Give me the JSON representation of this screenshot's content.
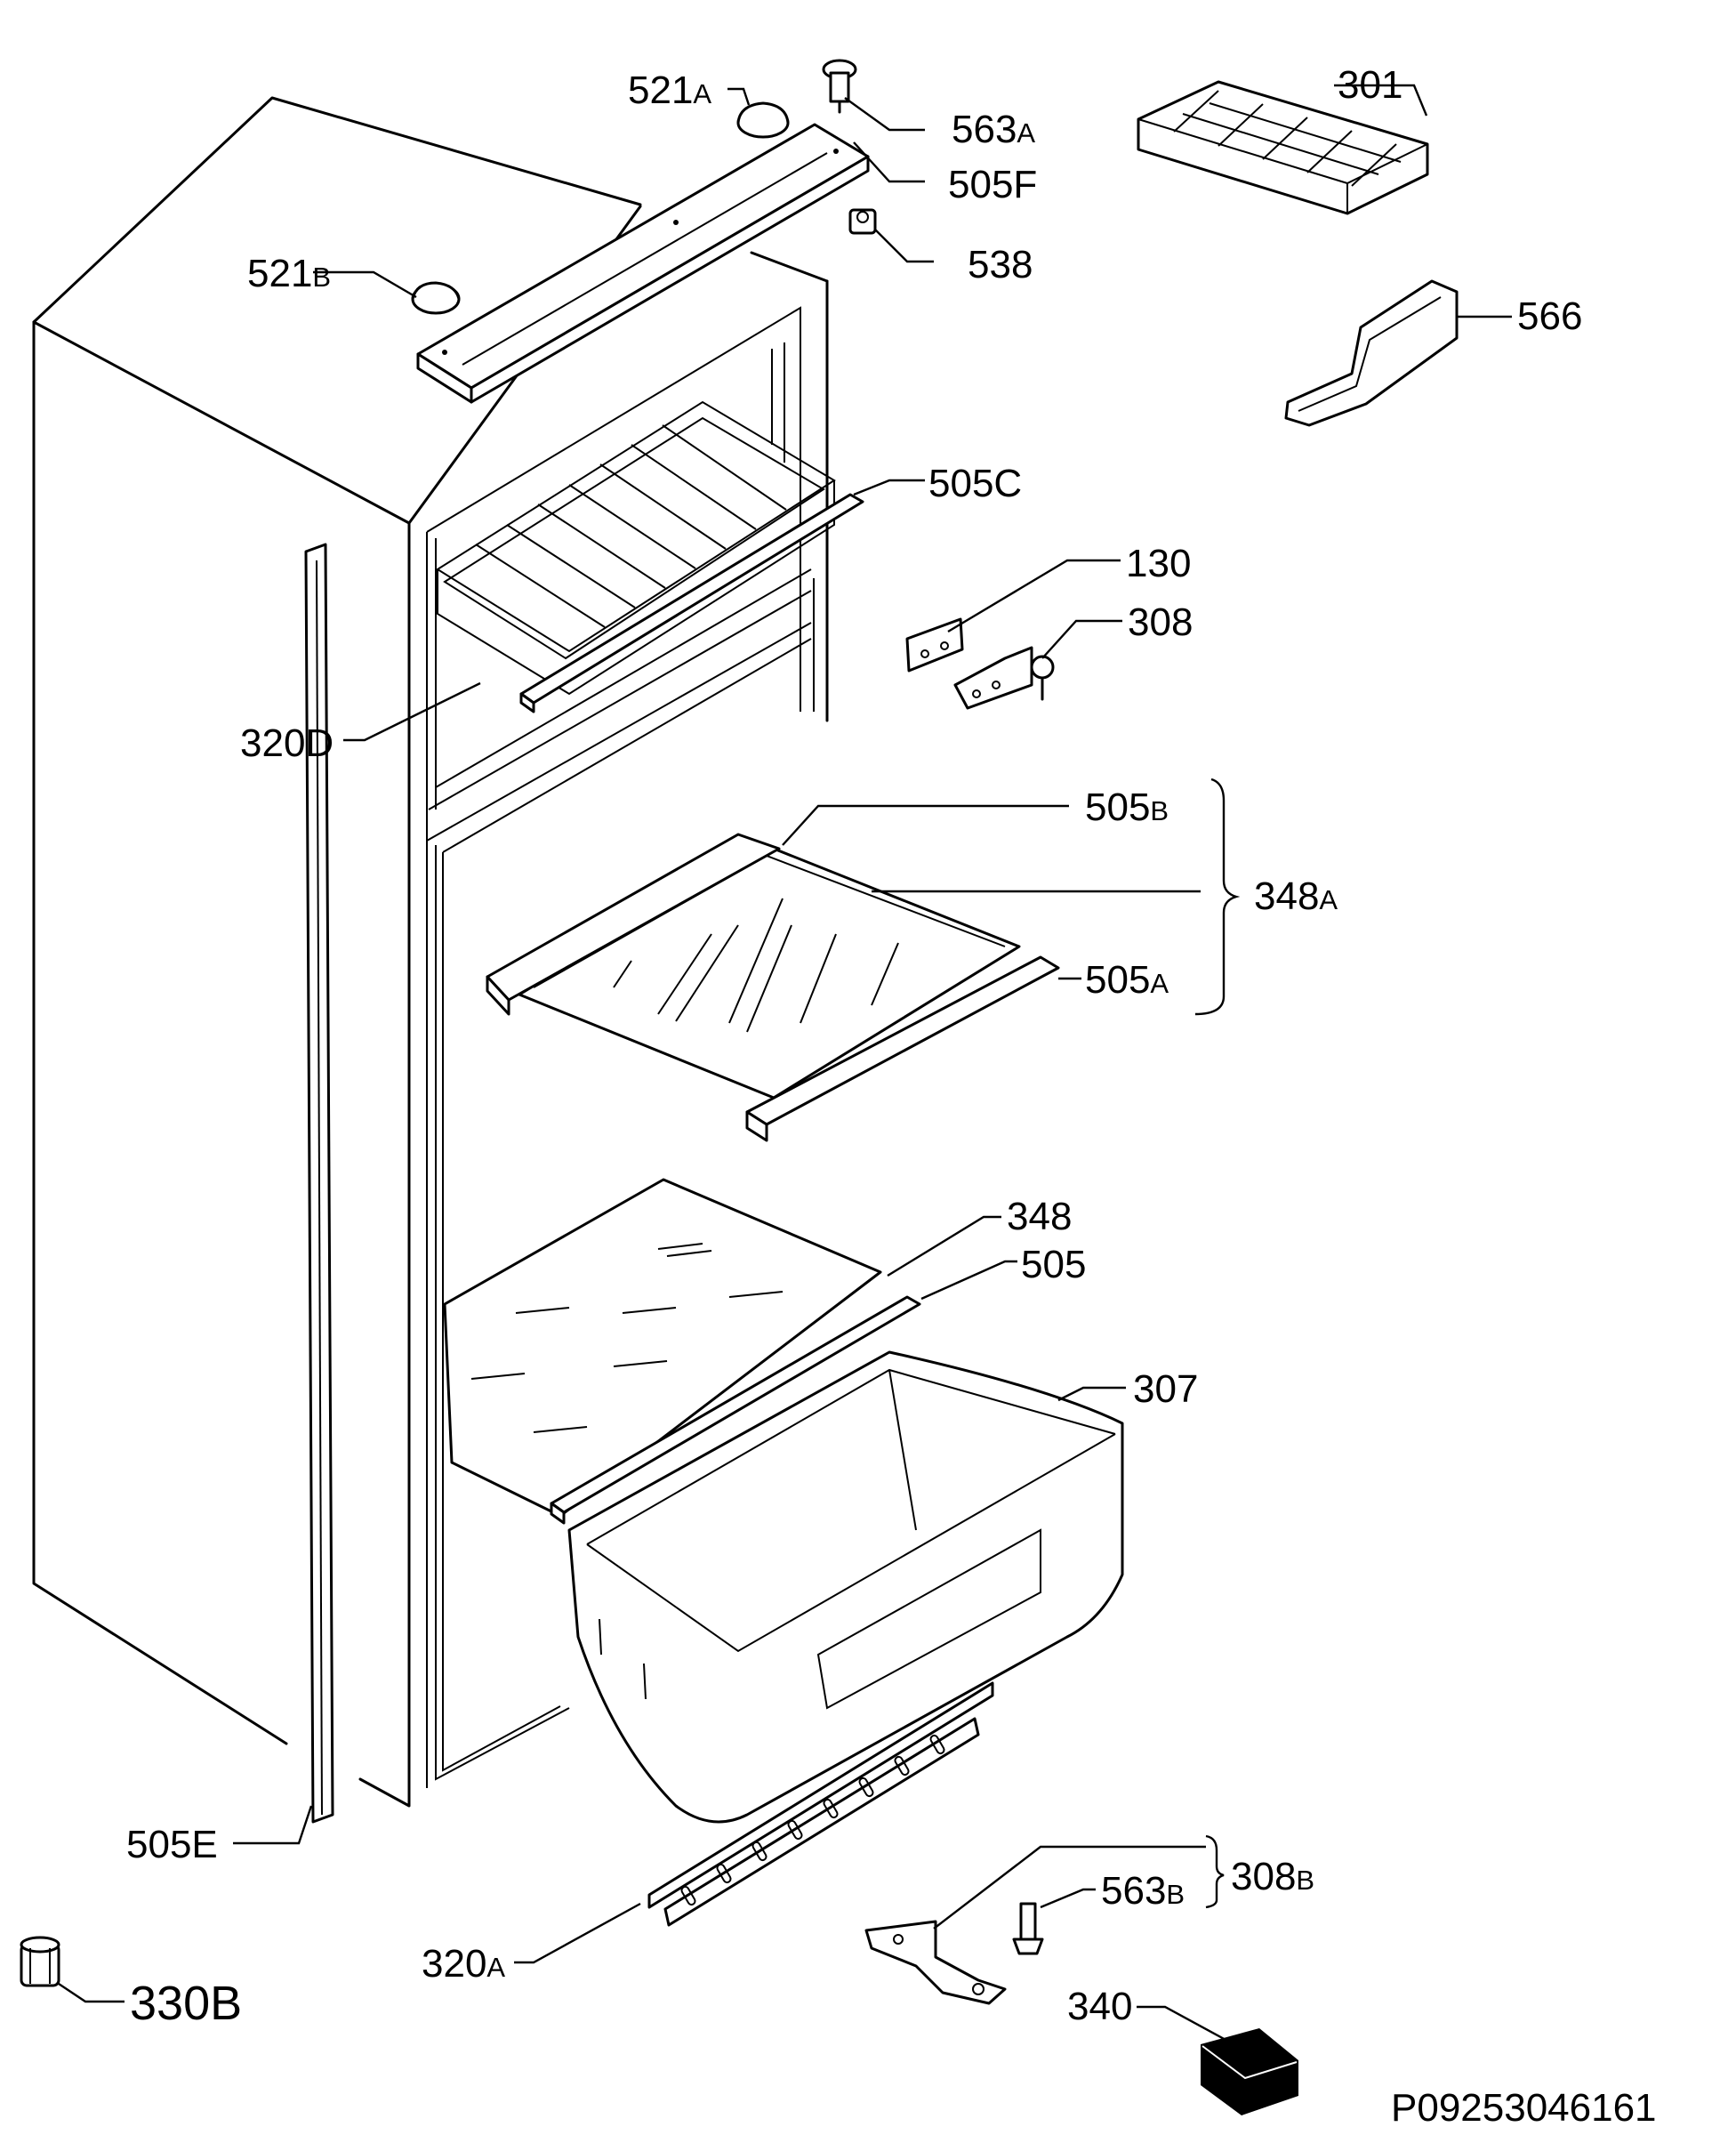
{
  "callouts": [
    {
      "id": "521A",
      "num": "521",
      "suffix": "A"
    },
    {
      "id": "563A",
      "num": "563",
      "suffix": "A"
    },
    {
      "id": "301",
      "num": "301",
      "suffix": ""
    },
    {
      "id": "505F",
      "num": "505F",
      "suffix": ""
    },
    {
      "id": "538",
      "num": "538",
      "suffix": ""
    },
    {
      "id": "521B",
      "num": "521",
      "suffix": "B"
    },
    {
      "id": "566",
      "num": "566",
      "suffix": ""
    },
    {
      "id": "505C",
      "num": "505C",
      "suffix": ""
    },
    {
      "id": "130",
      "num": "130",
      "suffix": ""
    },
    {
      "id": "308",
      "num": "308",
      "suffix": ""
    },
    {
      "id": "320D",
      "num": "320D",
      "suffix": ""
    },
    {
      "id": "505B",
      "num": "505",
      "suffix": "B"
    },
    {
      "id": "348A",
      "num": "348",
      "suffix": "A"
    },
    {
      "id": "505A",
      "num": "505",
      "suffix": "A"
    },
    {
      "id": "348",
      "num": "348",
      "suffix": ""
    },
    {
      "id": "505",
      "num": "505",
      "suffix": ""
    },
    {
      "id": "307",
      "num": "307",
      "suffix": ""
    },
    {
      "id": "505E",
      "num": "505E",
      "suffix": ""
    },
    {
      "id": "563B",
      "num": "563",
      "suffix": "B"
    },
    {
      "id": "308B",
      "num": "308",
      "suffix": "B"
    },
    {
      "id": "320A",
      "num": "320",
      "suffix": "A"
    },
    {
      "id": "330B",
      "num": "330B",
      "suffix": ""
    },
    {
      "id": "340",
      "num": "340",
      "suffix": ""
    }
  ],
  "drawing_number": "P09253046161"
}
